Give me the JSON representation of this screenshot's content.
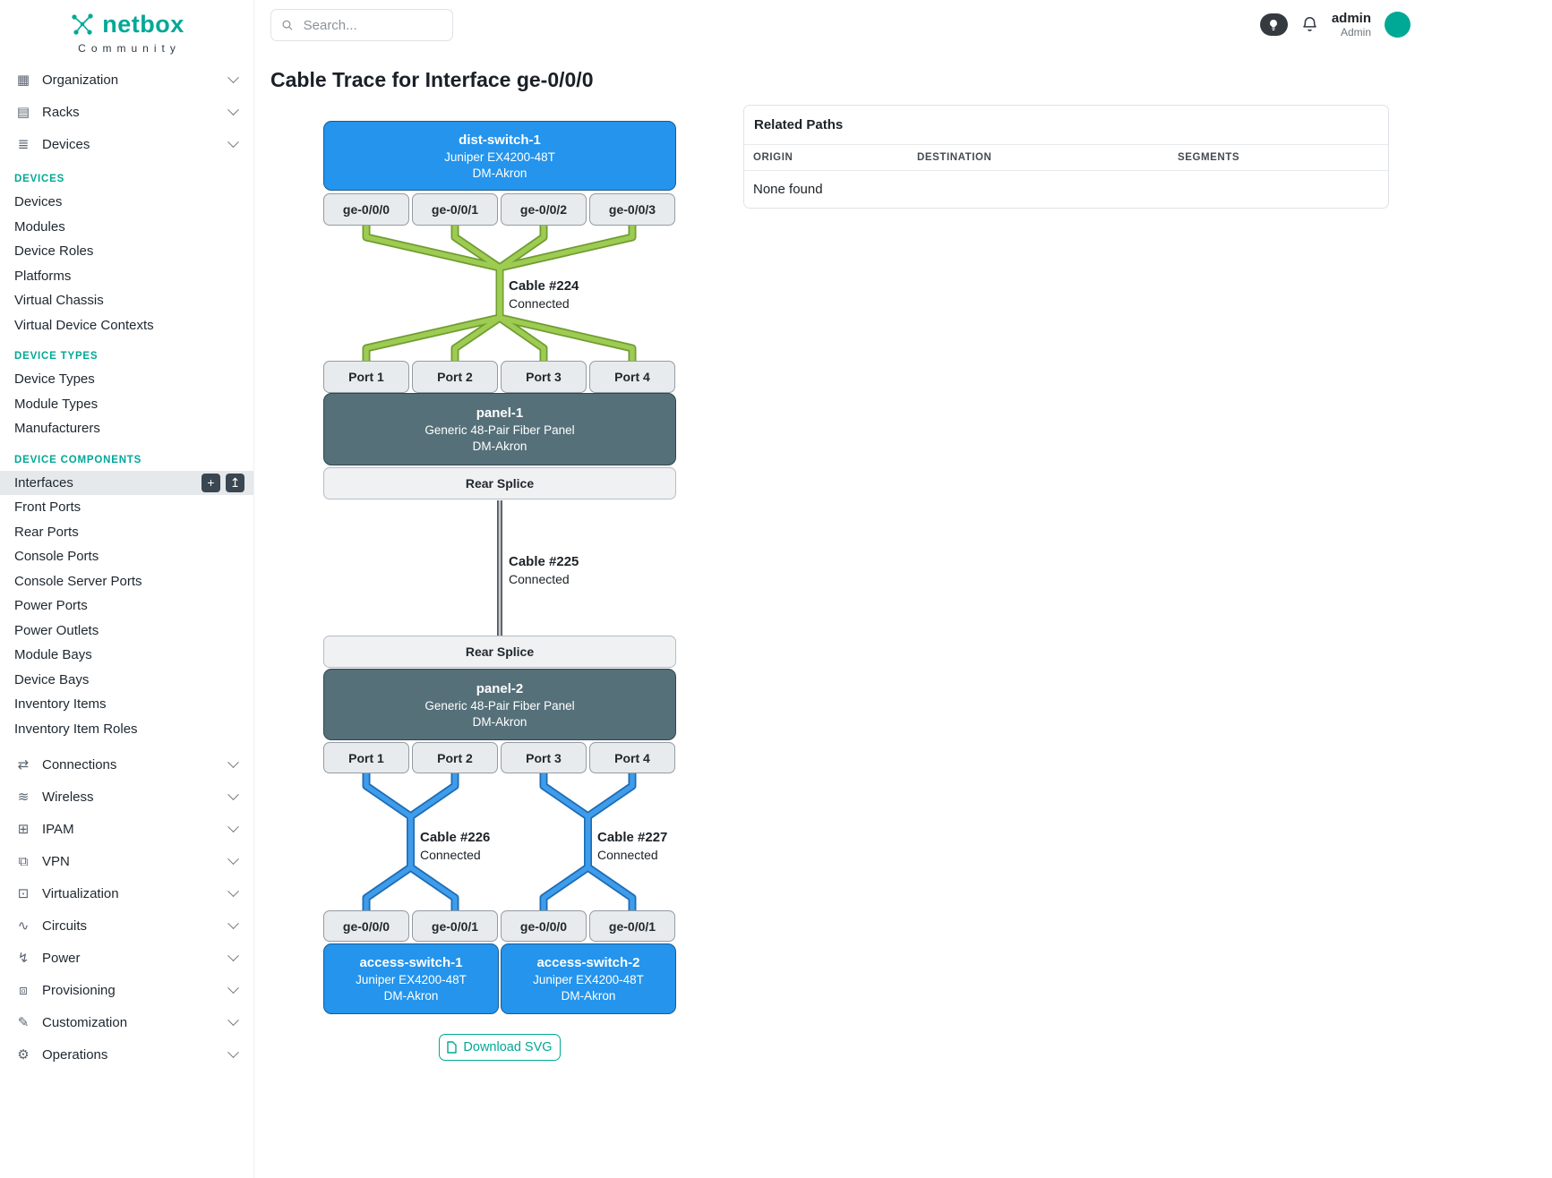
{
  "colors": {
    "accent": "#00a896",
    "device-blue": "#2494ec",
    "device-blue-border": "#1b5a8f",
    "panel-slate": "#557079",
    "panel-slate-border": "#33454d",
    "port-bg": "#e8ebee",
    "port-border": "#939ba3",
    "cable-green": "#9ecb52",
    "cable-green-dark": "#6f9d31",
    "cable-blue": "#3f9cea",
    "cable-blue-dark": "#1c6cb5",
    "cable-gray": "#c6cbd0",
    "cable-gray-dark": "#52585e"
  },
  "brand": {
    "name": "netbox",
    "edition": "Community"
  },
  "icons": {
    "plus": "+",
    "import": "↥",
    "organization": "▦",
    "racks": "▤",
    "devices": "≣",
    "connections": "⇄",
    "wireless": "≋",
    "ipam": "⊞",
    "vpn": "⧉",
    "virtualization": "⊡",
    "circuits": "∿",
    "power": "↯",
    "provisioning": "⧈",
    "customization": "✎",
    "operations": "⚙"
  },
  "topbar": {
    "search_placeholder": "Search...",
    "user_name": "admin",
    "user_role": "Admin"
  },
  "sidebar": {
    "top_sections": [
      {
        "label": "Organization"
      },
      {
        "label": "Racks"
      },
      {
        "label": "Devices"
      }
    ],
    "groups": [
      {
        "header": "DEVICES",
        "items": [
          "Devices",
          "Modules",
          "Device Roles",
          "Platforms",
          "Virtual Chassis",
          "Virtual Device Contexts"
        ]
      },
      {
        "header": "DEVICE TYPES",
        "items": [
          "Device Types",
          "Module Types",
          "Manufacturers"
        ]
      },
      {
        "header": "DEVICE COMPONENTS",
        "items": [
          "Interfaces",
          "Front Ports",
          "Rear Ports",
          "Console Ports",
          "Console Server Ports",
          "Power Ports",
          "Power Outlets",
          "Module Bays",
          "Device Bays",
          "Inventory Items",
          "Inventory Item Roles"
        ]
      }
    ],
    "bottom_sections": [
      {
        "label": "Connections"
      },
      {
        "label": "Wireless"
      },
      {
        "label": "IPAM"
      },
      {
        "label": "VPN"
      },
      {
        "label": "Virtualization"
      },
      {
        "label": "Circuits"
      },
      {
        "label": "Power"
      },
      {
        "label": "Provisioning"
      },
      {
        "label": "Customization"
      },
      {
        "label": "Operations"
      }
    ]
  },
  "page": {
    "title": "Cable Trace for Interface ge-0/0/0"
  },
  "trace": {
    "dist_switch": {
      "name": "dist-switch-1",
      "model": "Juniper EX4200-48T",
      "site": "DM-Akron"
    },
    "dist_interfaces": [
      "ge-0/0/0",
      "ge-0/0/1",
      "ge-0/0/2",
      "ge-0/0/3"
    ],
    "cable224": {
      "name": "Cable #224",
      "status": "Connected"
    },
    "panel1_ports": [
      "Port 1",
      "Port 2",
      "Port 3",
      "Port 4"
    ],
    "panel1": {
      "name": "panel-1",
      "model": "Generic 48-Pair Fiber Panel",
      "site": "DM-Akron"
    },
    "rear_splice_top": "Rear Splice",
    "cable225": {
      "name": "Cable #225",
      "status": "Connected"
    },
    "rear_splice_bottom": "Rear Splice",
    "panel2": {
      "name": "panel-2",
      "model": "Generic 48-Pair Fiber Panel",
      "site": "DM-Akron"
    },
    "panel2_ports": [
      "Port 1",
      "Port 2",
      "Port 3",
      "Port 4"
    ],
    "cable226": {
      "name": "Cable #226",
      "status": "Connected"
    },
    "cable227": {
      "name": "Cable #227",
      "status": "Connected"
    },
    "access_switch_1_interfaces": [
      "ge-0/0/0",
      "ge-0/0/1"
    ],
    "access_switch_2_interfaces": [
      "ge-0/0/0",
      "ge-0/0/1"
    ],
    "access_switch_1": {
      "name": "access-switch-1",
      "model": "Juniper EX4200-48T",
      "site": "DM-Akron"
    },
    "access_switch_2": {
      "name": "access-switch-2",
      "model": "Juniper EX4200-48T",
      "site": "DM-Akron"
    },
    "download_label": "Download SVG"
  },
  "related_paths": {
    "title": "Related Paths",
    "columns": [
      "ORIGIN",
      "DESTINATION",
      "SEGMENTS"
    ],
    "empty": "None found"
  }
}
